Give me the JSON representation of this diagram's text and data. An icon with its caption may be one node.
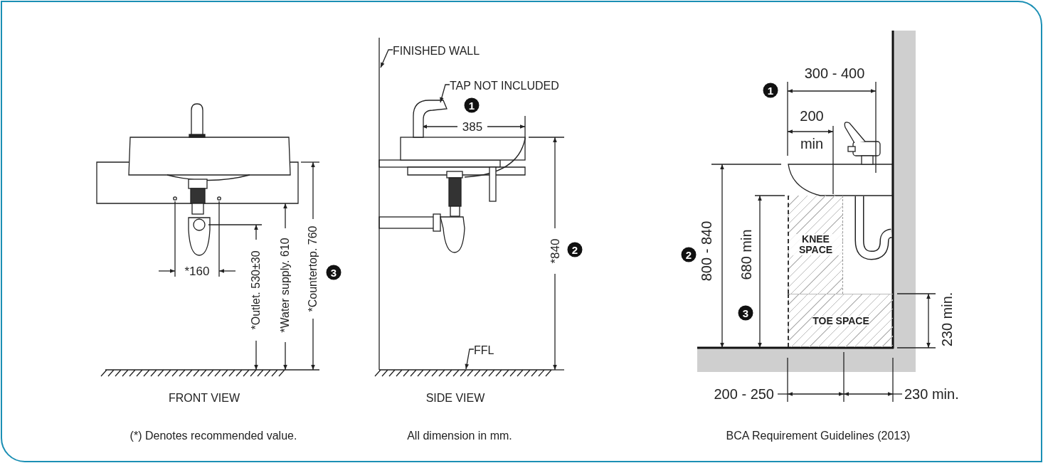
{
  "diagram": {
    "nodes": [
      {
        "text": [
          "FINISHED WALL"
        ]
      },
      {
        "text": [
          "TAP NOT INCLUDED"
        ]
      },
      {
        "text": [
          "FFL"
        ]
      },
      {
        "text": [
          "KNEE SPACE"
        ]
      },
      {
        "text": [
          "TOE SPACE"
        ]
      },
      {
        "text": [],
        "shape": "line"
      },
      {
        "text": [],
        "shape": "picture"
      },
      {
        "text": [],
        "shape": "line"
      }
    ],
    "edges": [
      {
        "from": 0,
        "to": 5,
        "arrow": "to"
      },
      {
        "from": 1,
        "to": 6,
        "arrow": "to"
      },
      {
        "from": 2,
        "to": 7,
        "arrow": "to"
      }
    ],
    "labels": [
      "*160",
      "*Outlet. 530±30",
      "*Water supply. 610",
      "*Countertop. 760",
      "3",
      "FRONT VIEW",
      "(*) Denotes recommended value.",
      "1",
      "385",
      "*840",
      "2",
      "SIDE VIEW",
      "All dimension in mm.",
      "300 - 400",
      "1",
      "200",
      "min",
      "800 - 840",
      "2",
      "680 min",
      "3",
      "230 min.",
      "200 - 250",
      "230 min.",
      "BCA Requirement Guidelines (2013)"
    ]
  }
}
